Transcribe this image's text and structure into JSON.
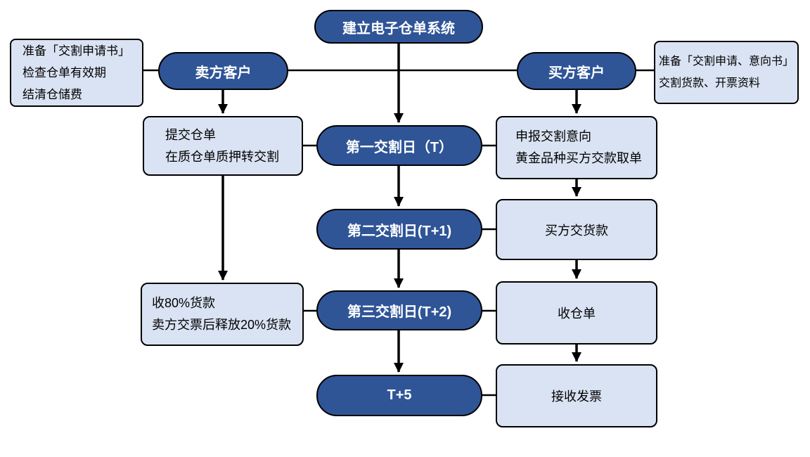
{
  "diagram": {
    "type": "flowchart",
    "colors": {
      "node_dark_fill": "#2F5597",
      "node_light_fill": "#DAE3F3",
      "border": "#000000",
      "dark_node_text": "#FFFFFF",
      "light_node_text": "#000000",
      "background": "#FFFFFF"
    },
    "nodes": {
      "root": {
        "label": "建立电子仓单系统"
      },
      "seller": {
        "label": "卖方客户"
      },
      "buyer": {
        "label": "买方客户"
      },
      "seller_prep": {
        "lines": [
          "准备「交割申请书」",
          "检查仓单有效期",
          "结清仓储费"
        ]
      },
      "buyer_prep": {
        "lines": [
          "准备「交割申请、意向书」",
          "交割货款、开票资料"
        ]
      },
      "submit_receipt": {
        "lines": [
          "提交仓单",
          "在质仓单质押转交割"
        ]
      },
      "day1": {
        "label": "第一交割日（T）"
      },
      "declare_intent": {
        "lines": [
          "申报交割意向",
          "黄金品种买方交款取单"
        ]
      },
      "day2": {
        "label": "第二交割日(T+1)"
      },
      "buyer_pay": {
        "label": "买方交货款"
      },
      "receive_80": {
        "lines": [
          "收80%货款",
          "卖方交票后释放20%货款"
        ]
      },
      "day3": {
        "label": "第三交割日(T+2)"
      },
      "receive_receipt": {
        "label": "收仓单"
      },
      "day5": {
        "label": "T+5"
      },
      "receive_invoice": {
        "label": "接收发票"
      }
    },
    "edges": [
      "root -> day1",
      "seller_prep - seller",
      "seller - buyer",
      "buyer - buyer_prep",
      "seller -> submit_receipt",
      "buyer -> declare_intent",
      "submit_receipt - day1",
      "day1 - declare_intent",
      "day1 -> day2",
      "declare_intent -> buyer_pay",
      "day2 - buyer_pay",
      "submit_receipt -> receive_80",
      "day2 -> day3",
      "buyer_pay -> receive_receipt",
      "receive_80 - day3",
      "day3 - receive_receipt",
      "day3 -> day5",
      "receive_receipt -> receive_invoice",
      "day5 - receive_invoice"
    ]
  }
}
